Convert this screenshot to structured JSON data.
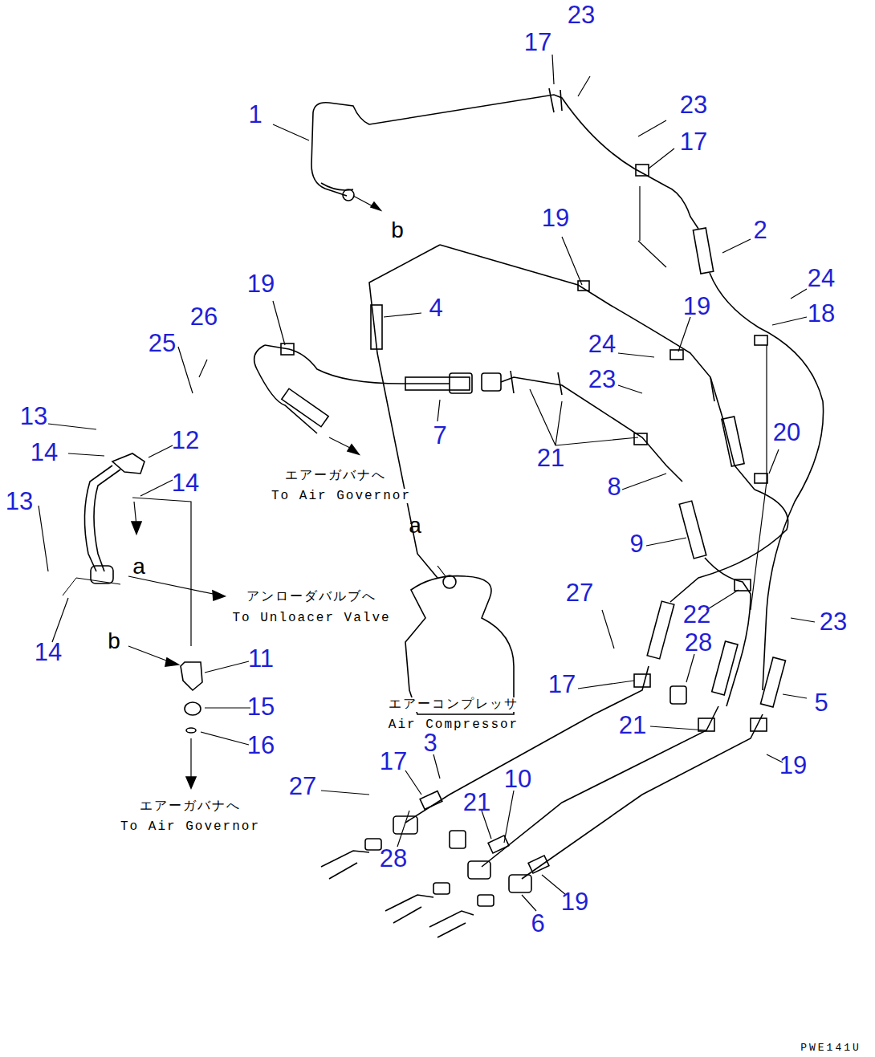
{
  "diagram": {
    "labels": [
      "1",
      "17",
      "23",
      "23",
      "17",
      "b",
      "2",
      "19",
      "24",
      "18",
      "19",
      "4",
      "19",
      "26",
      "25",
      "24",
      "23",
      "20",
      "7",
      "21",
      "13",
      "14",
      "12",
      "14",
      "13",
      "8",
      "9",
      "エアーガバナへ",
      "To Air Governor",
      "a",
      "a",
      "アンローダバルブへ",
      "To Unloacer Valve",
      "27",
      "22",
      "23",
      "28",
      "14",
      "b",
      "11",
      "17",
      "15",
      "5",
      "21",
      "エアーコンプレッサ",
      "Air Compressor",
      "16",
      "3",
      "17",
      "19",
      "10",
      "27",
      "21",
      "エアーガバナへ",
      "To Air Governor",
      "28",
      "19",
      "6",
      "PWE141U"
    ]
  }
}
